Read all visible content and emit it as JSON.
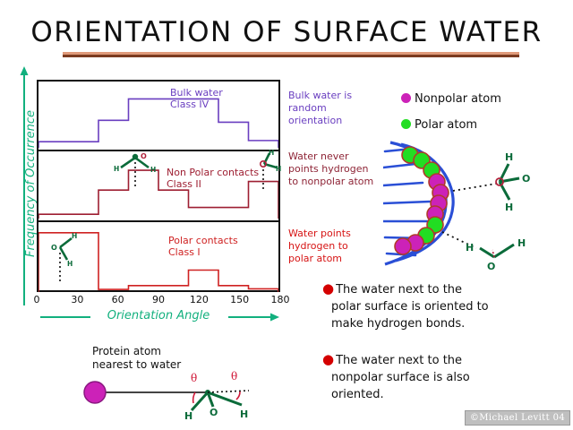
{
  "slide": {
    "title": "ORIENTATION OF SURFACE WATER",
    "copyright": "©Michael Levitt 04",
    "colors": {
      "title_rule_light": "#e09a7a",
      "title_rule_dark": "#7c3b20",
      "axis_green": "#12b07e",
      "class_iv_purple": "#6a3fc0",
      "class_ii_darkred": "#9e1f32",
      "class_i_red": "#cf2222",
      "nonpolar_magenta": "#cc22b8",
      "polar_green": "#22dd22",
      "surface_blue": "#2a4fd6",
      "water_green": "#0b6b3a",
      "bullet_red": "#d40000"
    }
  },
  "chart_data": {
    "type": "bar",
    "title": "ORIENTATION OF SURFACE WATER",
    "xlabel": "Orientation Angle",
    "ylabel": "Frequency of Occurrence",
    "xlim": [
      0,
      180
    ],
    "xticks": [
      0,
      30,
      60,
      90,
      120,
      150,
      180
    ],
    "xtick_labels": [
      "0",
      "30",
      "60",
      "90",
      "120",
      "150",
      "180"
    ],
    "grid": false,
    "legend": "none",
    "bin_edges": [
      0,
      22,
      45,
      67,
      90,
      112,
      135,
      157,
      180
    ],
    "panels": [
      {
        "id": "class-iv",
        "label_line1": "Bulk water",
        "label_line2": "Class IV",
        "color": "#6a3fc0",
        "values": [
          0.1,
          0.1,
          0.45,
          0.8,
          0.8,
          0.8,
          0.42,
          0.12
        ],
        "ylim": [
          0,
          1
        ]
      },
      {
        "id": "class-ii",
        "label_line1": "Non Polar contacts",
        "label_line2": "Class II",
        "color": "#9e1f32",
        "values": [
          0.07,
          0.07,
          0.46,
          0.78,
          0.46,
          0.18,
          0.18,
          0.6
        ],
        "ylim": [
          0,
          1
        ]
      },
      {
        "id": "class-i",
        "label_line1": "Polar contacts",
        "label_line2": "Class I",
        "color": "#cf2222",
        "values": [
          0.92,
          0.92,
          0.04,
          0.1,
          0.1,
          0.34,
          0.1,
          0.05
        ],
        "ylim": [
          0,
          1
        ]
      }
    ]
  },
  "legend": {
    "items": [
      {
        "label": "Nonpolar atom",
        "color": "#cc22b8"
      },
      {
        "label": "Polar atom",
        "color": "#22dd22"
      }
    ]
  },
  "middle_notes": [
    {
      "id": "note-bulk",
      "text": "Bulk water is random orientation",
      "color": "#6a3fc0"
    },
    {
      "id": "note-nonpolar",
      "text": "Water never points hydrogen to nonpolar atom",
      "color": "#8e2436"
    },
    {
      "id": "note-polar",
      "text": "Water points hydrogen to polar atom",
      "color": "#d61414"
    }
  ],
  "bullets": [
    {
      "line1": "The water next to the",
      "line2": "polar surface is oriented to",
      "line3": "make hydrogen bonds."
    },
    {
      "line1": "The water next to the",
      "line2": "nonpolar surface is also",
      "line3": "oriented."
    }
  ],
  "protein_diagram": {
    "caption_line1": "Protein atom",
    "caption_line2": "nearest to water",
    "atom_label": "nonpolar-protein-atom",
    "water_labels": {
      "oxygen": "O",
      "hydrogen_left": "H",
      "hydrogen_right": "H"
    },
    "angle_symbols": [
      "θ",
      "θ"
    ]
  },
  "surface_diagram": {
    "polar_atom_count": 4,
    "nonpolar_atom_count": 7,
    "water_top": {
      "h_top": "H",
      "o": "O",
      "h_bottom": "H"
    },
    "water_bottom": {
      "h_left": "H",
      "o": "O",
      "h_right": "H"
    }
  },
  "molecule_icons": {
    "class_ii_left": {
      "o": "O",
      "h_left": "H",
      "h_right": "H"
    },
    "class_ii_right": {
      "o": "O",
      "h_top": "H",
      "h_right": "H"
    },
    "class_i": {
      "o": "O",
      "h_top": "H",
      "h_bottom": "H"
    }
  }
}
